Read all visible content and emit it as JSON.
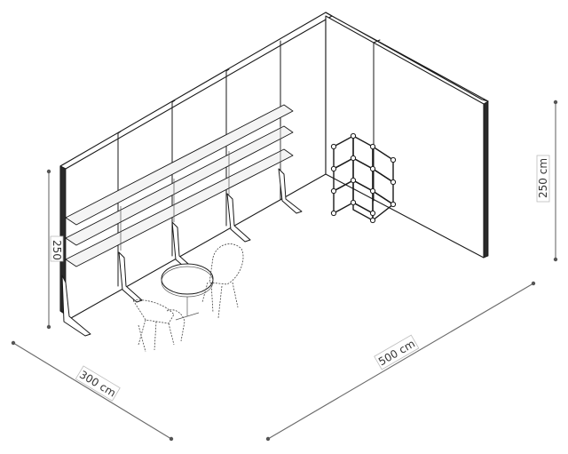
{
  "dimensions": {
    "width_label": "300 cm",
    "length_label": "500 cm",
    "height_right_label": "250 cm",
    "height_left_label": "250"
  },
  "components": {
    "back_wall": "back-wall",
    "right_wall": "right-wall",
    "shelving": "wall-shelving",
    "cube_shelf": "cube-shelf-unit",
    "table": "round-table",
    "chairs": "chairs"
  }
}
